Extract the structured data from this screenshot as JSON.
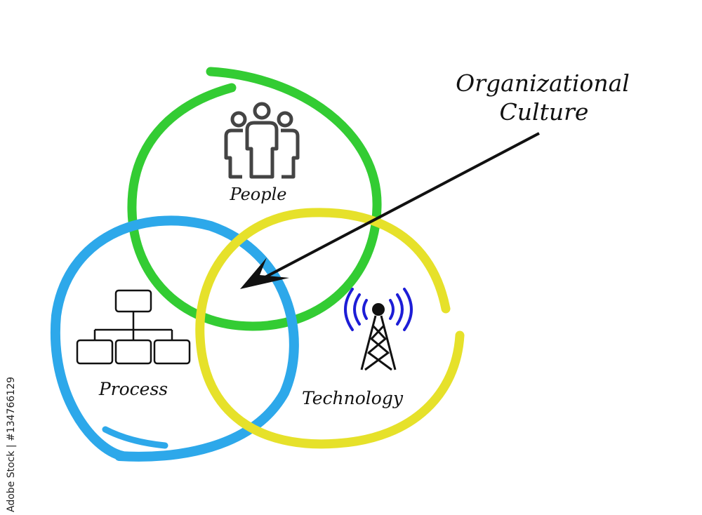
{
  "diagram": {
    "title_line1": "Organizational",
    "title_line2": "Culture",
    "circles": [
      {
        "label": "People",
        "color": "#33cc33",
        "icon": "people-icon"
      },
      {
        "label": "Process",
        "color": "#2da8ea",
        "icon": "org-chart-icon"
      },
      {
        "label": "Technology",
        "color": "#e6e12a",
        "icon": "radio-tower-icon"
      }
    ],
    "arrow_color": "#111111",
    "tower_wave_color": "#1d1dd6"
  },
  "watermark": {
    "stock_id": "Adobe Stock | #134766129"
  }
}
